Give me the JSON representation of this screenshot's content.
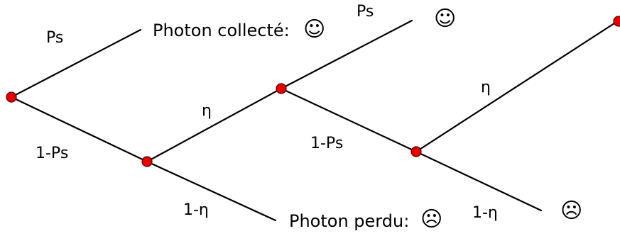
{
  "edge_labels": {
    "ps_first": "Ps",
    "one_minus_ps_first": "1-Ps",
    "eta_first": "η",
    "one_minus_eta_first": "1-η",
    "ps_second": "Ps",
    "one_minus_ps_second": "1-Ps",
    "eta_second": "η",
    "one_minus_eta_second": "1-η"
  },
  "outcomes": {
    "collected_text": "Photon collecté:",
    "lost_text": "Photon perdu:",
    "happy_face": "☺",
    "sad_face": "☹"
  },
  "colors": {
    "node_fill": "#e60000",
    "line": "#000000"
  }
}
